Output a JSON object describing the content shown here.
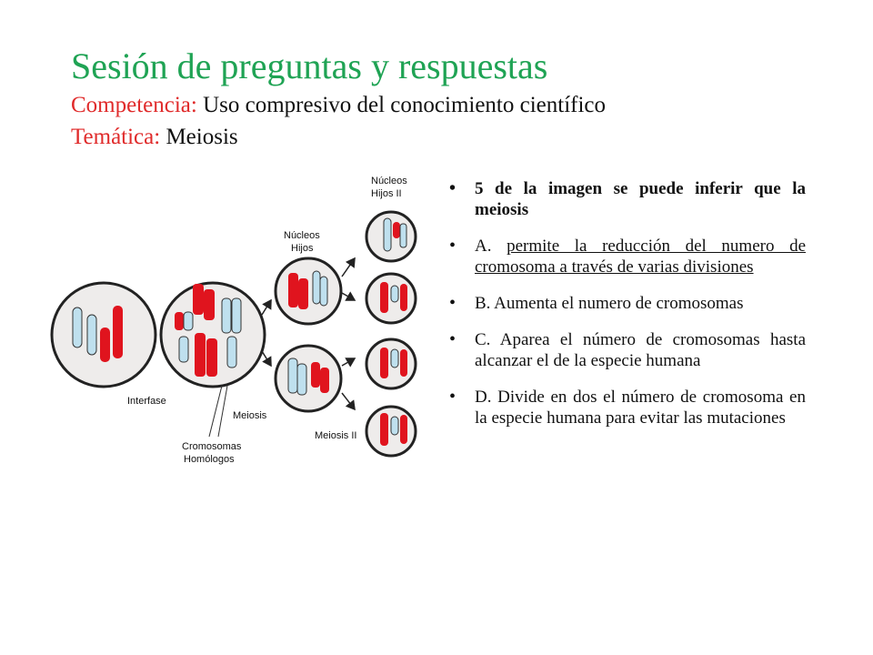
{
  "header": {
    "title": "Sesión de preguntas y respuestas",
    "competence_label": "Competencia:",
    "competence_value": "Uso compresivo del conocimiento científico",
    "topic_label": "Temática:",
    "topic_value": "Meiosis"
  },
  "diagram": {
    "labels": {
      "interfase": "Interfase",
      "meiosis": "Meiosis",
      "cromosomas_1": "Cromosomas",
      "cromosomas_2": "Homólogos",
      "nucleos_hijos_1": "Núcleos",
      "nucleos_hijos_2": "Hijos",
      "nucleos_hijos_ii_1": "Núcleos",
      "nucleos_hijos_ii_2": "Hijos II",
      "meiosis_ii": "Meiosis II"
    },
    "colors": {
      "red": "#e0141e",
      "blue": "#bfe0ee",
      "cell": "#eeeceb"
    }
  },
  "question": {
    "stem": "5 de la imagen se puede inferir que la meiosis",
    "options": [
      {
        "letter": "A.",
        "text": "permite la reducción del numero de cromosoma a través de varias divisiones"
      },
      {
        "letter": "B.",
        "text": "Aumenta el numero de cromosomas"
      },
      {
        "letter": "C.",
        "text": "Aparea el número de cromosomas hasta alcanzar el de la especie humana"
      },
      {
        "letter": "D.",
        "text": "Divide en dos el número de cromosoma en la especie humana para evitar las mutaciones"
      }
    ]
  }
}
